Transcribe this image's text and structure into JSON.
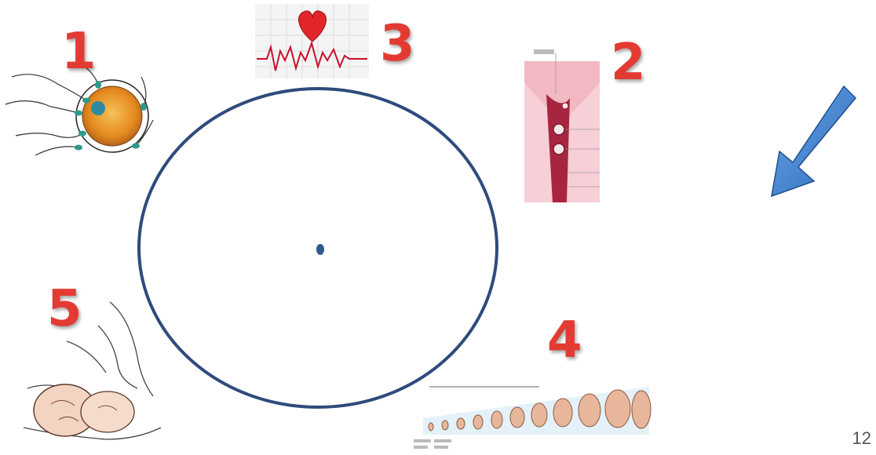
{
  "diagram": {
    "labels": {
      "fertilization": "1",
      "implantation": "2",
      "heartbeat": "3",
      "fetal_growth": "4",
      "birth": "5"
    },
    "colors": {
      "cycle_circle": "#2f4b7c",
      "number_red": "#e33b33",
      "arrow_blue": "#3a78c8"
    }
  },
  "slide": {
    "page_number": "12"
  }
}
